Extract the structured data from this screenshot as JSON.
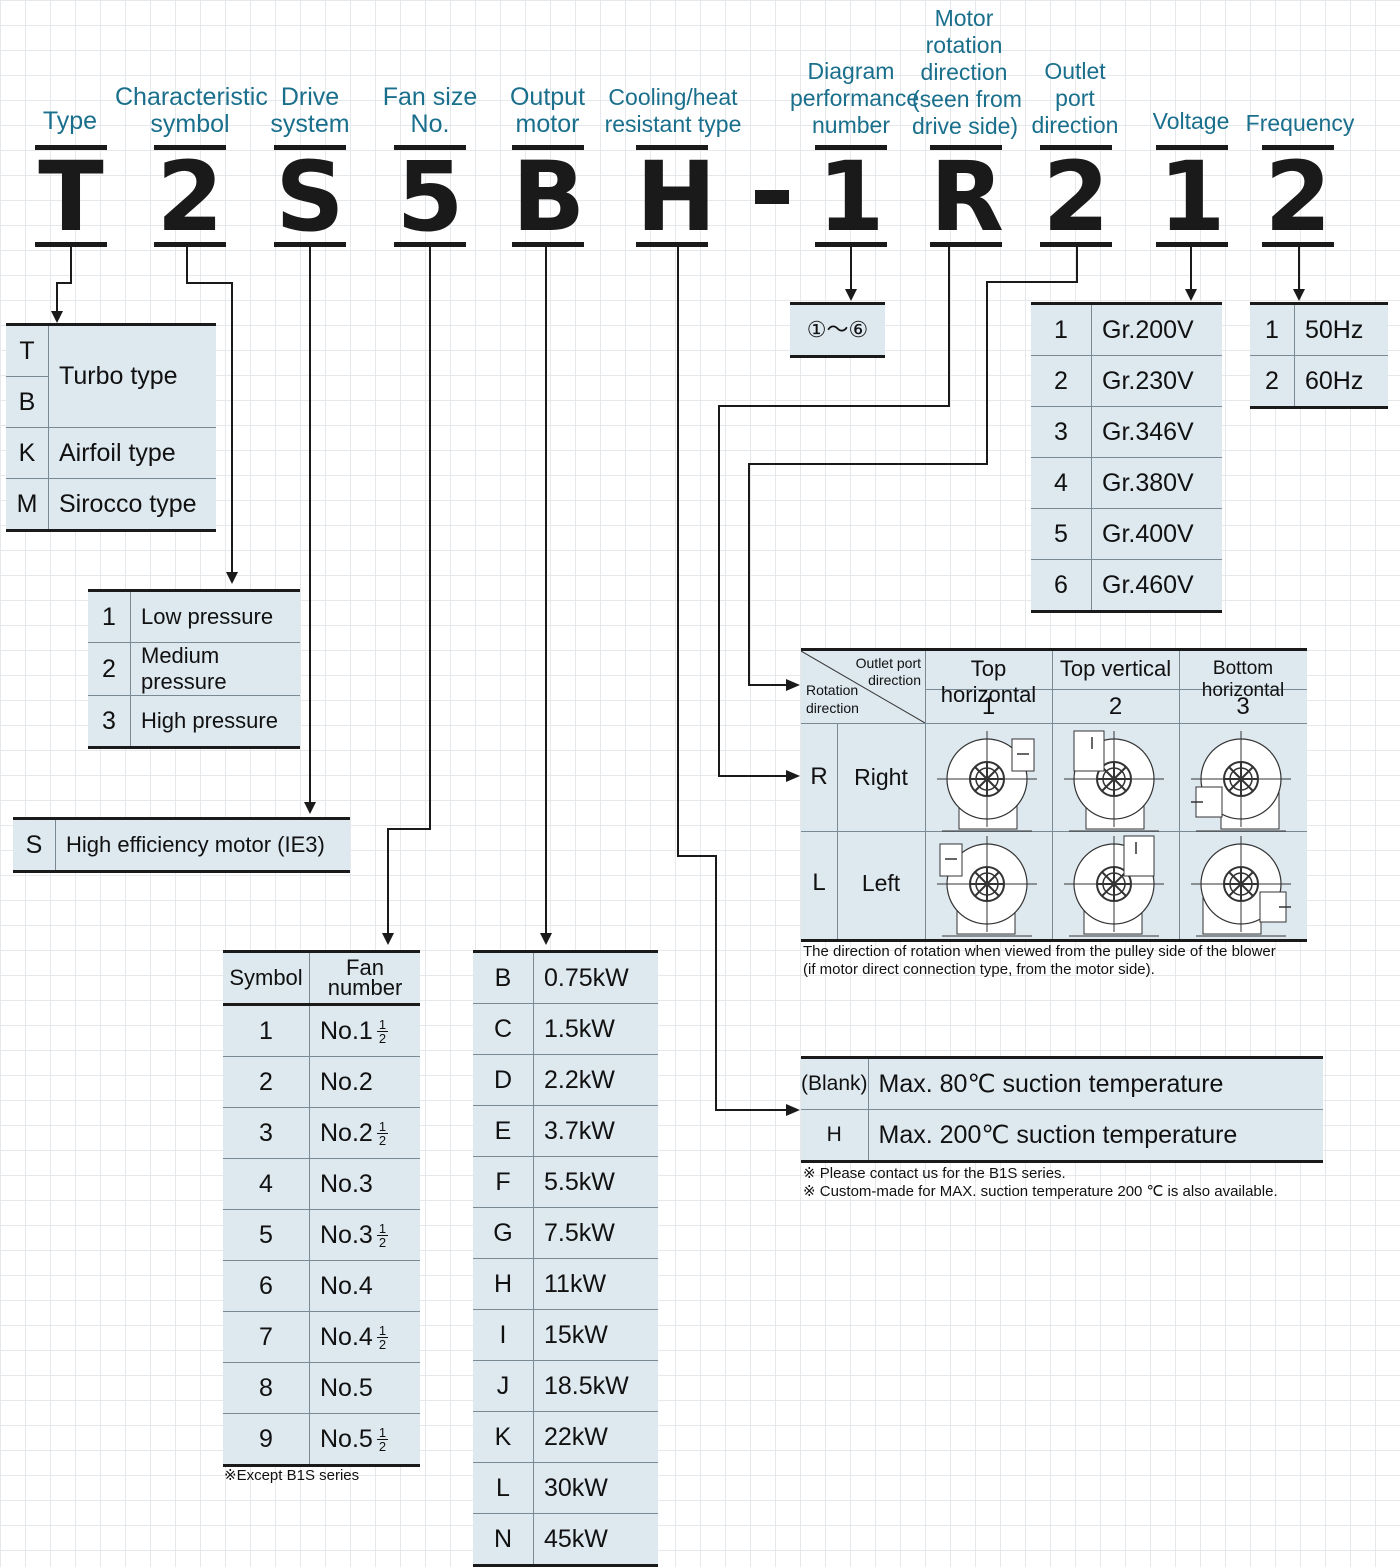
{
  "headers": {
    "type": "Type",
    "characteristic": [
      "Characteristic",
      "symbol"
    ],
    "drive": [
      "Drive",
      "system"
    ],
    "fan_size": [
      "Fan size",
      "No."
    ],
    "output": [
      "Output",
      "motor"
    ],
    "cooling": [
      "Cooling/heat",
      "resistant type"
    ],
    "diagram": [
      "Diagram",
      "performance",
      "number"
    ],
    "motor_rot": [
      "Motor",
      "rotation",
      "direction",
      "(seen from",
      "drive side)"
    ],
    "outlet": [
      "Outlet",
      "port",
      "direction"
    ],
    "voltage": "Voltage",
    "frequency": "Frequency"
  },
  "code": {
    "type": "T",
    "characteristic": "2",
    "drive": "S",
    "fan_size": "5",
    "output": "B",
    "cooling": "H",
    "dash": "-",
    "diagram": "1",
    "rotation": "R",
    "outlet": "2",
    "voltage": "1",
    "frequency": "2"
  },
  "type_table": [
    {
      "keys": [
        "T",
        "B"
      ],
      "value": "Turbo type"
    },
    {
      "keys": [
        "K"
      ],
      "value": "Airfoil type"
    },
    {
      "keys": [
        "M"
      ],
      "value": "Sirocco type"
    }
  ],
  "characteristic_table": [
    {
      "key": "1",
      "value": "Low pressure"
    },
    {
      "key": "2",
      "value": "Medium pressure"
    },
    {
      "key": "3",
      "value": "High pressure"
    }
  ],
  "drive_table": [
    {
      "key": "S",
      "value": "High efficiency motor (IE3)"
    }
  ],
  "fan_table": {
    "header": [
      "Symbol",
      "Fan",
      "number"
    ],
    "rows": [
      {
        "key": "1",
        "value": "No.1",
        "half": true
      },
      {
        "key": "2",
        "value": "No.2",
        "half": false
      },
      {
        "key": "3",
        "value": "No.2",
        "half": true
      },
      {
        "key": "4",
        "value": "No.3",
        "half": false
      },
      {
        "key": "5",
        "value": "No.3",
        "half": true
      },
      {
        "key": "6",
        "value": "No.4",
        "half": false
      },
      {
        "key": "7",
        "value": "No.4",
        "half": true
      },
      {
        "key": "8",
        "value": "No.5",
        "half": false
      },
      {
        "key": "9",
        "value": "No.5",
        "half": true
      }
    ],
    "frac_num": "1",
    "frac_den": "2",
    "note": "※Except B1S series"
  },
  "output_table": [
    {
      "key": "B",
      "value": "0.75kW"
    },
    {
      "key": "C",
      "value": "1.5kW"
    },
    {
      "key": "D",
      "value": "2.2kW"
    },
    {
      "key": "E",
      "value": "3.7kW"
    },
    {
      "key": "F",
      "value": "5.5kW"
    },
    {
      "key": "G",
      "value": "7.5kW"
    },
    {
      "key": "H",
      "value": "11kW"
    },
    {
      "key": "I",
      "value": "15kW"
    },
    {
      "key": "J",
      "value": "18.5kW"
    },
    {
      "key": "K",
      "value": "22kW"
    },
    {
      "key": "L",
      "value": "30kW"
    },
    {
      "key": "N",
      "value": "45kW"
    }
  ],
  "diagram_range": "①〜⑥",
  "voltage_table": [
    {
      "key": "1",
      "value": "Gr.200V"
    },
    {
      "key": "2",
      "value": "Gr.230V"
    },
    {
      "key": "3",
      "value": "Gr.346V"
    },
    {
      "key": "4",
      "value": "Gr.380V"
    },
    {
      "key": "5",
      "value": "Gr.400V"
    },
    {
      "key": "6",
      "value": "Gr.460V"
    }
  ],
  "frequency_table": [
    {
      "key": "1",
      "value": "50Hz"
    },
    {
      "key": "2",
      "value": "60Hz"
    }
  ],
  "direction_table": {
    "corner_top": [
      "Outlet port",
      "direction"
    ],
    "corner_bottom": [
      "Rotation",
      "direction"
    ],
    "columns": [
      {
        "label": "Top horizontal",
        "num": "1"
      },
      {
        "label": "Top vertical",
        "num": "2"
      },
      {
        "label": "Bottom horizontal",
        "num": "3"
      }
    ],
    "rows": [
      {
        "key": "R",
        "label": "Right"
      },
      {
        "key": "L",
        "label": "Left"
      }
    ],
    "note1": "The direction of rotation when viewed from the pulley side of the blower",
    "note2": "(if motor direct connection type, from the motor side)."
  },
  "temp_table": [
    {
      "key": "(Blank)",
      "value": "Max. 80℃ suction temperature"
    },
    {
      "key": "H",
      "value": "Max. 200℃ suction temperature"
    }
  ],
  "temp_notes": [
    "※ Please contact us for the B1S series.",
    "※ Custom-made for MAX. suction temperature 200 ℃ is also available."
  ]
}
